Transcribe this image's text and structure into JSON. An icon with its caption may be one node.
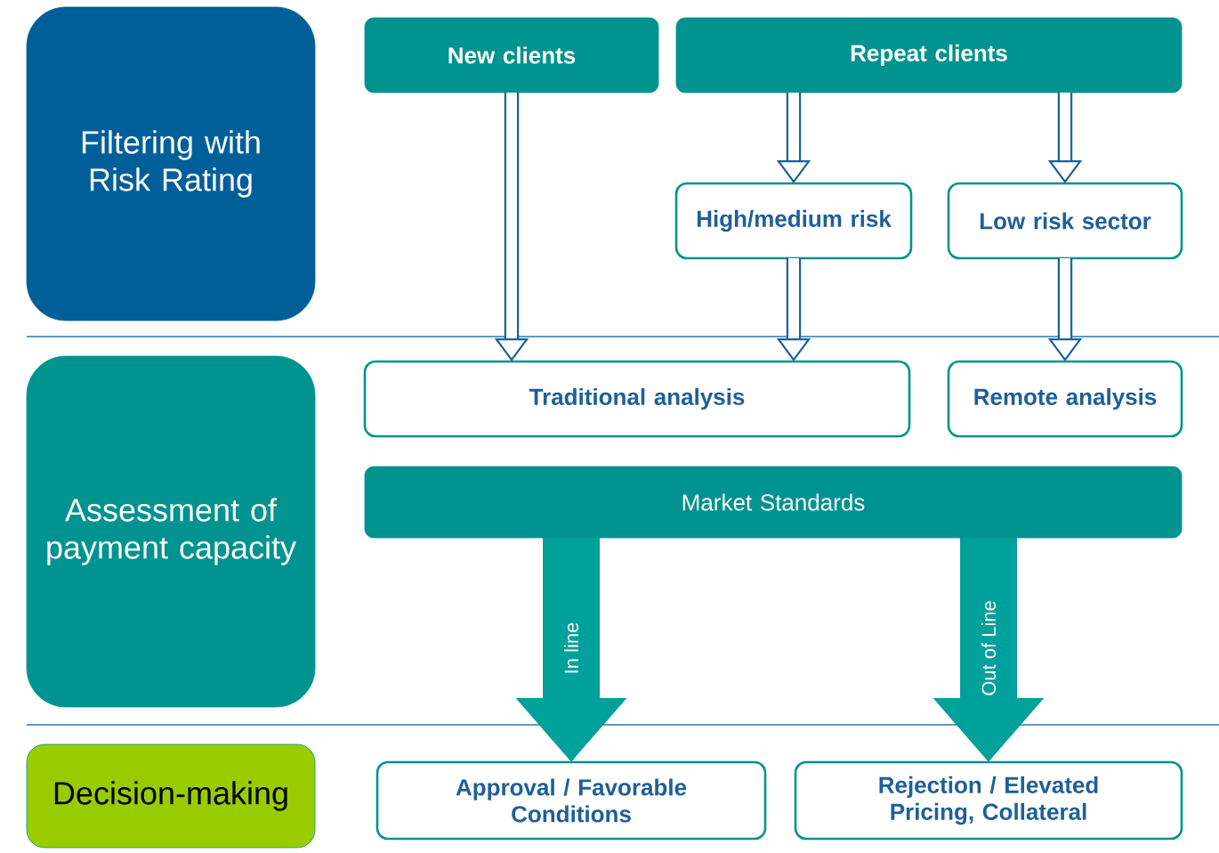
{
  "diagram": {
    "nodes": [
      {
        "text": [
          "Filtering with Risk Rating"
        ]
      },
      {
        "text": [
          "New clients"
        ]
      },
      {
        "text": [
          "Repeat clients"
        ]
      },
      {
        "text": [
          "High/medium risk"
        ]
      },
      {
        "text": [
          "Low risk sector"
        ]
      },
      {
        "text": [
          "Assessment of payment capacity"
        ]
      },
      {
        "text": [
          "Traditional analysis"
        ]
      },
      {
        "text": [
          "Remote analysis"
        ]
      },
      {
        "text": [
          "Market Standards"
        ]
      },
      {
        "text": [
          "Decision-making"
        ]
      },
      {
        "text": [
          "Approval / Favorable Conditions"
        ]
      },
      {
        "text": [
          "Rejection / Elevated Pricing, Collateral"
        ]
      }
    ],
    "edges": [
      {
        "from": 1,
        "to": 6,
        "arrow": "to"
      },
      {
        "from": 2,
        "to": 3,
        "arrow": "to"
      },
      {
        "from": 2,
        "to": 4,
        "arrow": "to"
      },
      {
        "from": 3,
        "to": 6,
        "arrow": "to"
      },
      {
        "from": 4,
        "to": 7,
        "arrow": "to"
      },
      {
        "from": 8,
        "to": 10,
        "arrow": "to",
        "label": "In line",
        "style": "thick"
      },
      {
        "from": 8,
        "to": 11,
        "arrow": "to",
        "label": "Out of Line",
        "style": "thick"
      }
    ]
  }
}
